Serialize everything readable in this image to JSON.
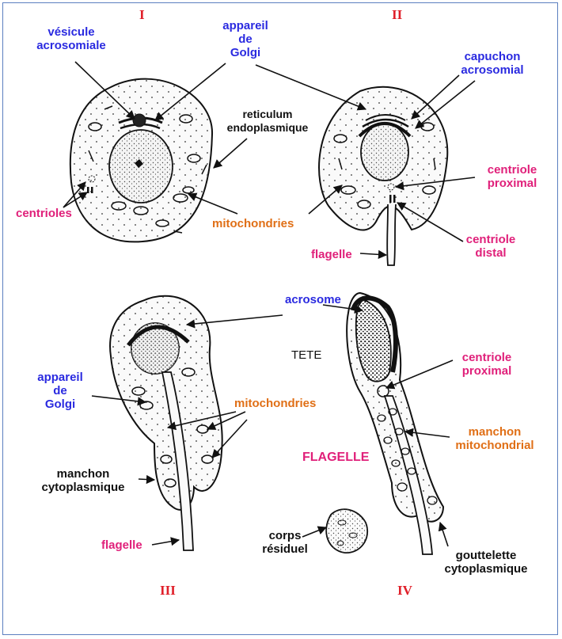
{
  "stages": [
    "I",
    "II",
    "III",
    "IV"
  ],
  "colors": {
    "blue": "#2a2ae0",
    "pink": "#e0207a",
    "orange": "#e06f16",
    "black": "#111111",
    "roman": "#e0202a",
    "frame": "#5b7fc0"
  },
  "labels": {
    "vesicule": [
      "vésicule",
      "acrosomiale"
    ],
    "golgi_top": [
      "appareil",
      "de",
      "Golgi"
    ],
    "reticulum": [
      "reticulum",
      "endoplasmique"
    ],
    "capuchon": [
      "capuchon",
      "acrosomial"
    ],
    "centrioles": "centrioles",
    "mitochondries_top": "mitochondries",
    "centriole_proximal_top": [
      "centriole",
      "proximal"
    ],
    "centriole_distal": [
      "centriole",
      "distal"
    ],
    "flagelle_top": "flagelle",
    "acrosome": "acrosome",
    "tete": "TETE",
    "golgi_bottom": [
      "appareil",
      "de",
      "Golgi"
    ],
    "mitochondries_bottom": "mitochondries",
    "centriole_proximal_bottom": [
      "centriole",
      "proximal"
    ],
    "manchon_mito": [
      "manchon",
      "mitochondrial"
    ],
    "flagelle_big": "FLAGELLE",
    "manchon_cyto": [
      "manchon",
      "cytoplasmique"
    ],
    "flagelle_bottom": "flagelle",
    "corps": [
      "corps",
      "résiduel"
    ],
    "gouttelette": [
      "gouttelette",
      "cytoplasmique"
    ]
  }
}
